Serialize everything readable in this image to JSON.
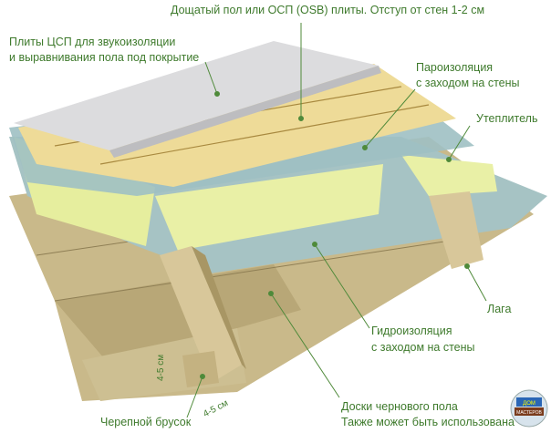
{
  "labels": {
    "top": "Дощатый пол или ОСП (OSB) плиты. Отступ от стен 1-2 см",
    "csp_line1": "Плиты ЦСП для звукоизоляции",
    "csp_line2": "и выравнивания пола под покрытие",
    "vapor_line1": "Пароизоляция",
    "vapor_line2": "с заходом на стены",
    "insulation": "Утеплитель",
    "joist": "Лага",
    "hydro_line1": "Гидроизоляция",
    "hydro_line2": "с заходом на стены",
    "subfloor_line1": "Доски чернового пола",
    "subfloor_line2": "Также может быть использована",
    "cranial_bar": "Черепной брусок",
    "dim_vertical": "4-5 см",
    "dim_horizontal": "4-5 см"
  },
  "logo": {
    "line1": "ДОМ",
    "line2": "МАСТЕРОВ"
  },
  "colors": {
    "label": "#3e7a2c",
    "leader": "#4f8a3a",
    "gray": "#d9d9db",
    "yellow": "#efe2a0",
    "foam": "#e8f0a8",
    "membrane": "#a9c6c6",
    "wood": "#c8b98a"
  }
}
